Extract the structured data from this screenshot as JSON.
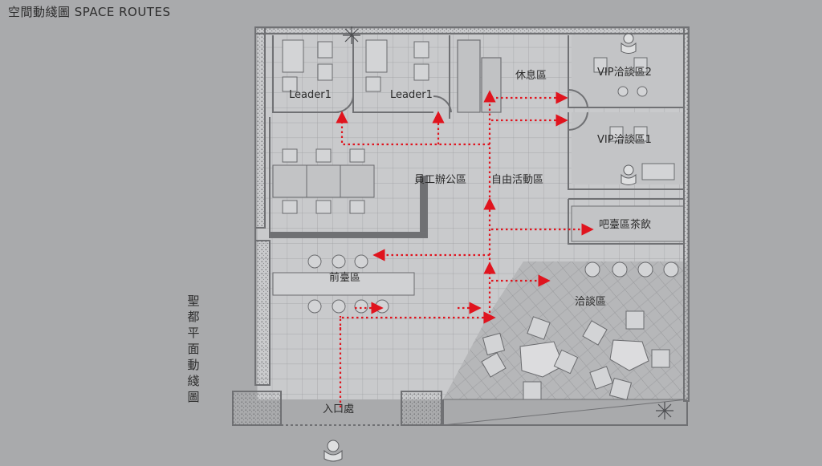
{
  "title": "空間動綫圖 SPACE ROUTES",
  "vertical_title": "聖都平面動綫圖",
  "labels": {
    "leader1_a": "Leader1",
    "leader1_b": "Leader1",
    "rest_area": "休息區",
    "vip2": "VIP洽談區2",
    "vip1": "VIP洽談區1",
    "staff_office": "員工辦公區",
    "free_activity": "自由活動區",
    "bar_tea": "吧臺區茶飲",
    "front_desk": "前臺區",
    "negotiation": "洽談區",
    "entrance": "入口處"
  },
  "colors": {
    "background": "#a9aaac",
    "plan_floor": "#c7c8ca",
    "wall": "#7b7c7e",
    "route": "#e0141e",
    "text": "#2b2b2b"
  }
}
